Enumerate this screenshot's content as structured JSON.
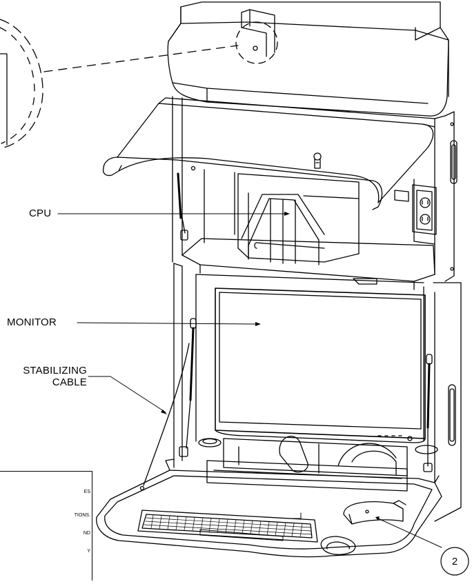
{
  "callouts": {
    "cpu": "CPU",
    "monitor": "MONITOR",
    "stabilizing_line1": "STABILIZING",
    "stabilizing_line2": "CABLE",
    "detail_number": "2"
  },
  "notes_fragments": [
    "ES",
    "TIONS.",
    "ND",
    "Y"
  ]
}
